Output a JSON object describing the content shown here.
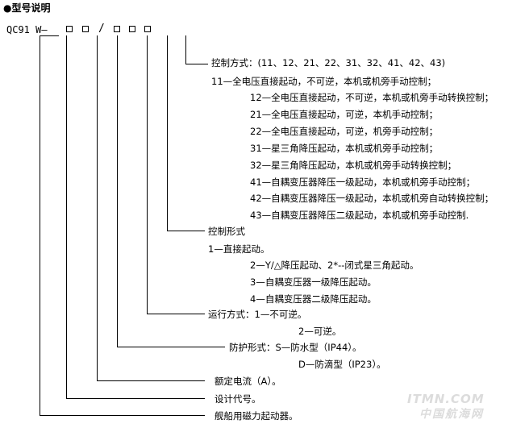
{
  "heading": "●型号说明",
  "model": {
    "prefix": "QC91 W—",
    "slash": "/"
  },
  "lines": [
    "控制方式：(11、12、21、22、31、32、41、42、43)",
    "11—全电压直接起动，不可逆，本机或机旁手动控制；",
    "12—全电压直接起动，不可逆，本机或机旁手动转换控制；",
    "21—全电压直接起动，可逆，本机手动控制；",
    "22—全电压直接起动，可逆，机旁手动控制；",
    "31—星三角降压起动，本机或机旁手动控制；",
    "32—星三角降压起动，本机或机旁手动转换控制；",
    "41—自耦变压器降压一级起动，本机或机旁手动控制；",
    "42—自耦变压器降压一级起动，本机或机旁自动转换控制；",
    "43—自耦变压器降压二级起动，本机或机旁手动控制.",
    "控制形式",
    "1—直接起动。",
    "2—Y/△降压起动、2*--闭式星三角起动。",
    "3—自耦变压器一级降压起动。",
    "4—自耦变压器二级降压起动。",
    "运行方式：1—不可逆。",
    "2—可逆。",
    "防护形式：S—防水型（IP44）。",
    "D—防滴型（IP23）。",
    "额定电流（A）。",
    "设计代号。",
    "舰船用磁力起动器。"
  ],
  "watermark": {
    "line1": "ITMN.COM",
    "line2": "中国航海网"
  }
}
